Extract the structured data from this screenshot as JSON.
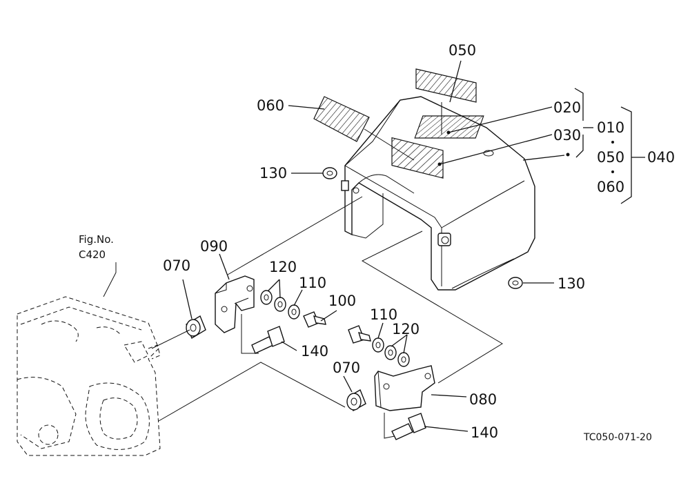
{
  "figure": {
    "ref_line1": "Fig.No.",
    "ref_line2": "C420",
    "drawing_code": "TC050-071-20"
  },
  "parts": {
    "p010": "010",
    "p020": "020",
    "p030": "030",
    "p040": "040",
    "p050": "050",
    "p050_group": "050",
    "p060": "060",
    "p060_group": "060",
    "p070_left": "070",
    "p070_right": "070",
    "p080": "080",
    "p090": "090",
    "p100": "100",
    "p110_left": "110",
    "p110_right": "110",
    "p120_left": "120",
    "p120_right": "120",
    "p130_left": "130",
    "p130_right": "130",
    "p140_left": "140",
    "p140_right": "140"
  }
}
